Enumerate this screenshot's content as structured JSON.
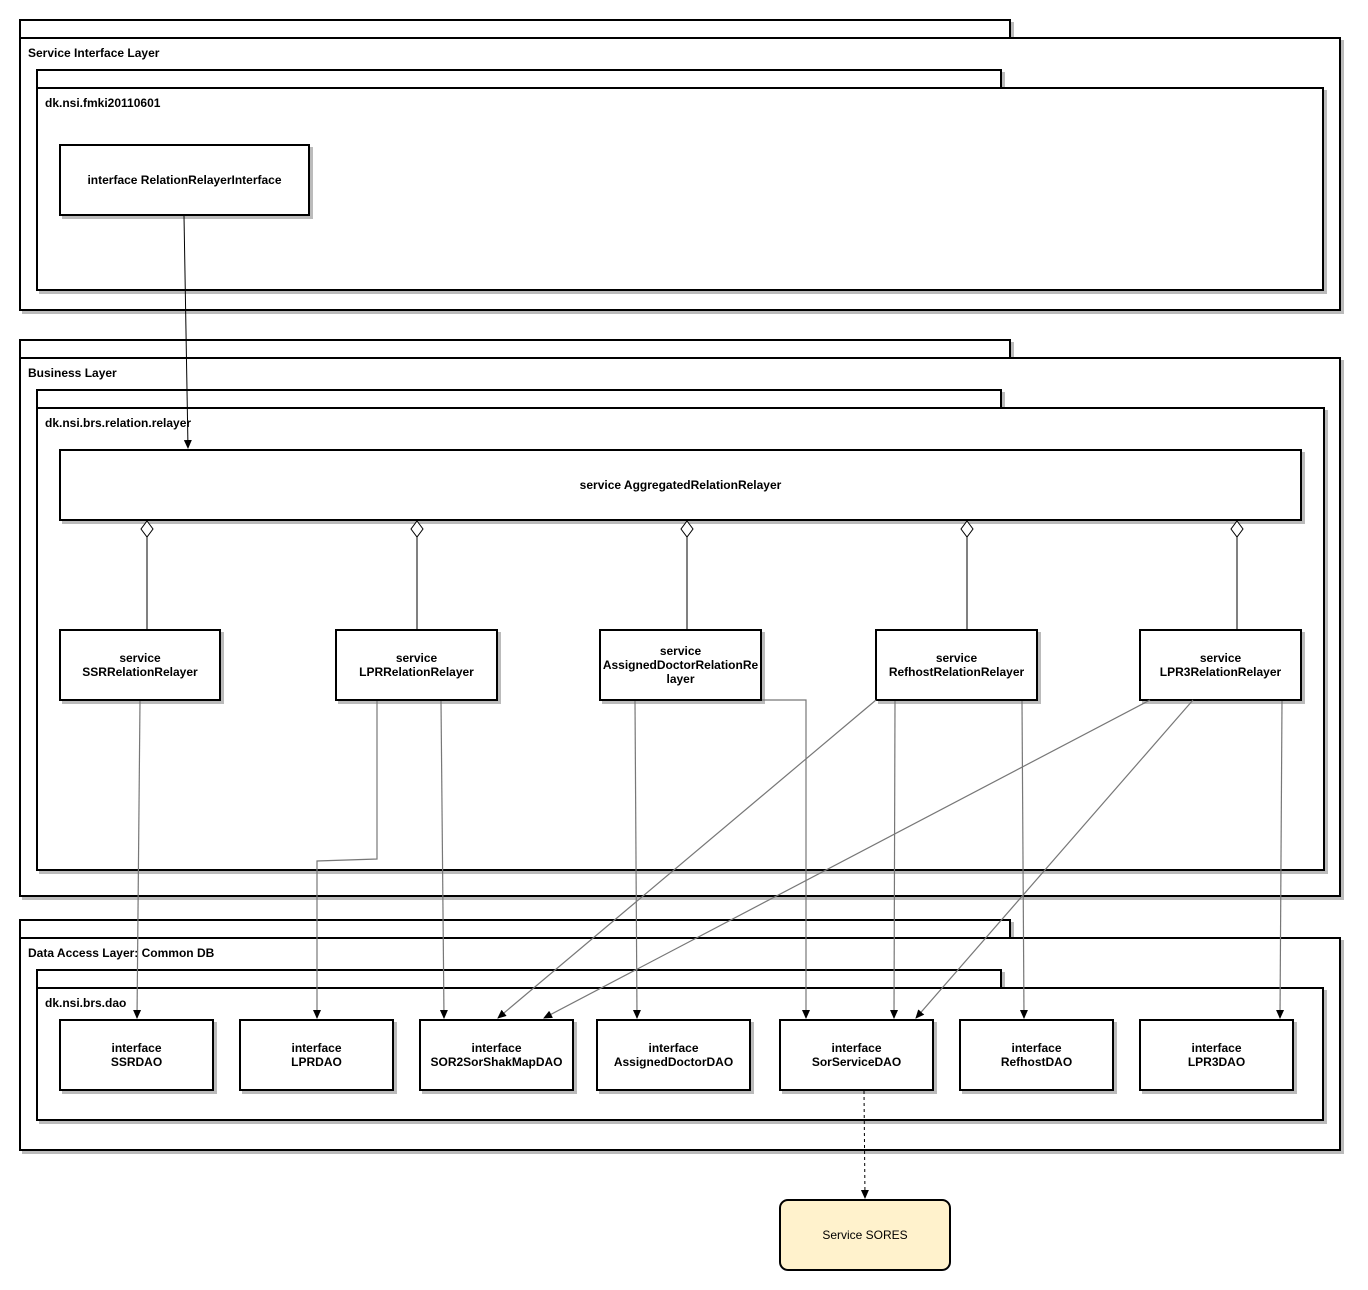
{
  "packages": {
    "service_interface_layer": "Service Interface Layer",
    "fmki": "dk.nsi.fmki20110601",
    "business_layer": "Business Layer",
    "relayer_pkg": "dk.nsi.brs.relation.relayer",
    "data_access_layer": "Data Access Layer: Common DB",
    "dao_pkg": "dk.nsi.brs.dao"
  },
  "classes": {
    "relation_relayer_interface": "interface RelationRelayerInterface",
    "aggregated_relation_relayer": "service AggregatedRelationRelayer",
    "ssr_relayer": [
      "service",
      "SSRRelationRelayer"
    ],
    "lpr_relayer": [
      "service",
      "LPRRelationRelayer"
    ],
    "assigned_doctor_relayer": [
      "service",
      "AssignedDoctorRelationRe",
      "layer"
    ],
    "refhost_relayer": [
      "service",
      "RefhostRelationRelayer"
    ],
    "lpr3_relayer": [
      "service",
      "LPR3RelationRelayer"
    ],
    "ssr_dao": [
      "interface",
      "SSRDAO"
    ],
    "lpr_dao": [
      "interface",
      "LPRDAO"
    ],
    "sor2sorshak_dao": [
      "interface",
      "SOR2SorShakMapDAO"
    ],
    "assigned_doctor_dao": [
      "interface",
      "AssignedDoctorDAO"
    ],
    "sor_service_dao": [
      "interface",
      "SorServiceDAO"
    ],
    "refhost_dao": [
      "interface",
      "RefhostDAO"
    ],
    "lpr3_dao": [
      "interface",
      "LPR3DAO"
    ]
  },
  "external": {
    "service_sores": "Service SORES"
  },
  "colors": {
    "external_fill": "#fff2cc",
    "edge_gray": "#777777",
    "edge_black": "#000000"
  }
}
